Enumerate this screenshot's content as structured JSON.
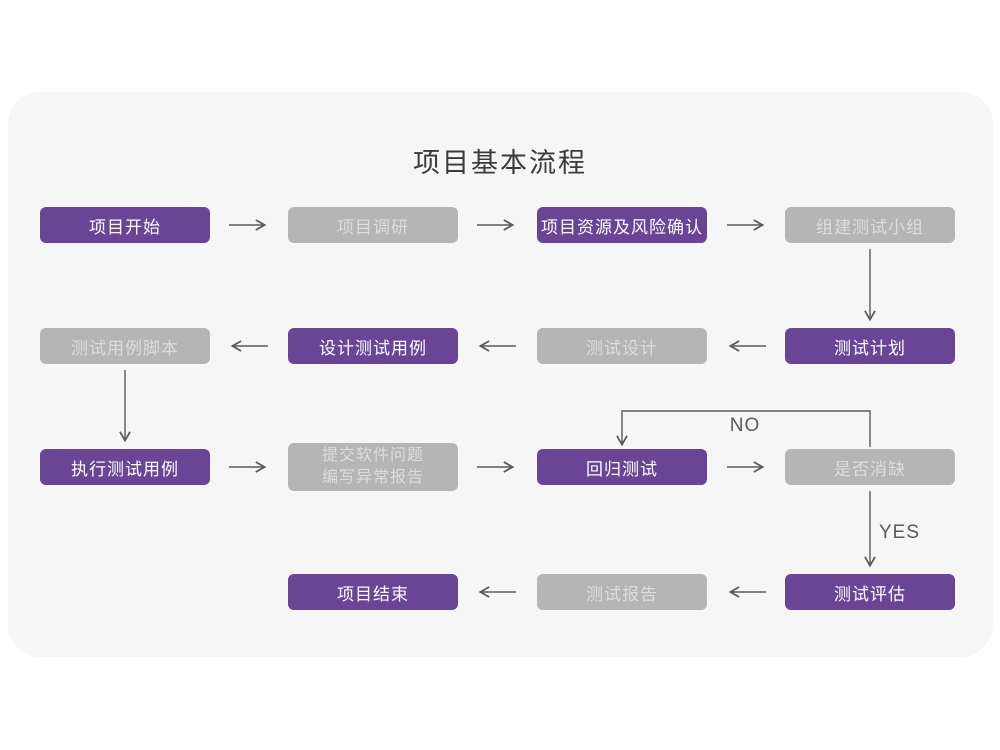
{
  "title": "项目基本流程",
  "colors": {
    "purple": "#6a4596",
    "gray": "#b5b5b5",
    "card-bg": "#f6f6f7",
    "arrow": "#5a5a5c",
    "purple-text": "#fdfdfd",
    "gray-text": "#dcdcdc",
    "title-text": "#3b3b3b"
  },
  "branch_labels": {
    "no": "NO",
    "yes": "YES"
  },
  "nodes": [
    {
      "text": "项目开始",
      "variant": "purple"
    },
    {
      "text": "项目调研",
      "variant": "gray"
    },
    {
      "text": "项目资源及风险确认",
      "variant": "purple"
    },
    {
      "text": "组建测试小组",
      "variant": "gray"
    },
    {
      "text": "测试计划",
      "variant": "purple"
    },
    {
      "text": "测试设计",
      "variant": "gray"
    },
    {
      "text": "设计测试用例",
      "variant": "purple"
    },
    {
      "text": "测试用例脚本",
      "variant": "gray"
    },
    {
      "text": "执行测试用例",
      "variant": "purple"
    },
    {
      "text": "提交软件问题\n编写异常报告",
      "variant": "gray"
    },
    {
      "text": "回归测试",
      "variant": "purple"
    },
    {
      "text": "是否消缺",
      "variant": "gray"
    },
    {
      "text": "测试评估",
      "variant": "purple"
    },
    {
      "text": "测试报告",
      "variant": "gray"
    },
    {
      "text": "项目结束",
      "variant": "purple"
    }
  ]
}
